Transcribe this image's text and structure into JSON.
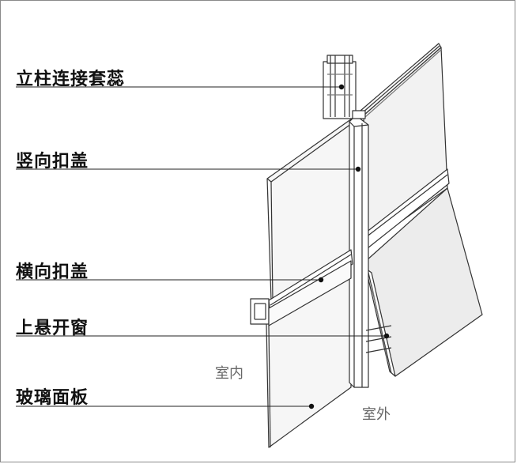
{
  "callouts": [
    {
      "id": "mullion-sleeve",
      "text": "立柱连接套蕊"
    },
    {
      "id": "vertical-cover",
      "text": "竖向扣盖"
    },
    {
      "id": "horizontal-cover",
      "text": "横向扣盖"
    },
    {
      "id": "top-hung-window",
      "text": "上悬开窗"
    },
    {
      "id": "glass-panel",
      "text": "玻璃面板"
    }
  ],
  "regions": {
    "indoor": "室内",
    "outdoor": "室外"
  }
}
